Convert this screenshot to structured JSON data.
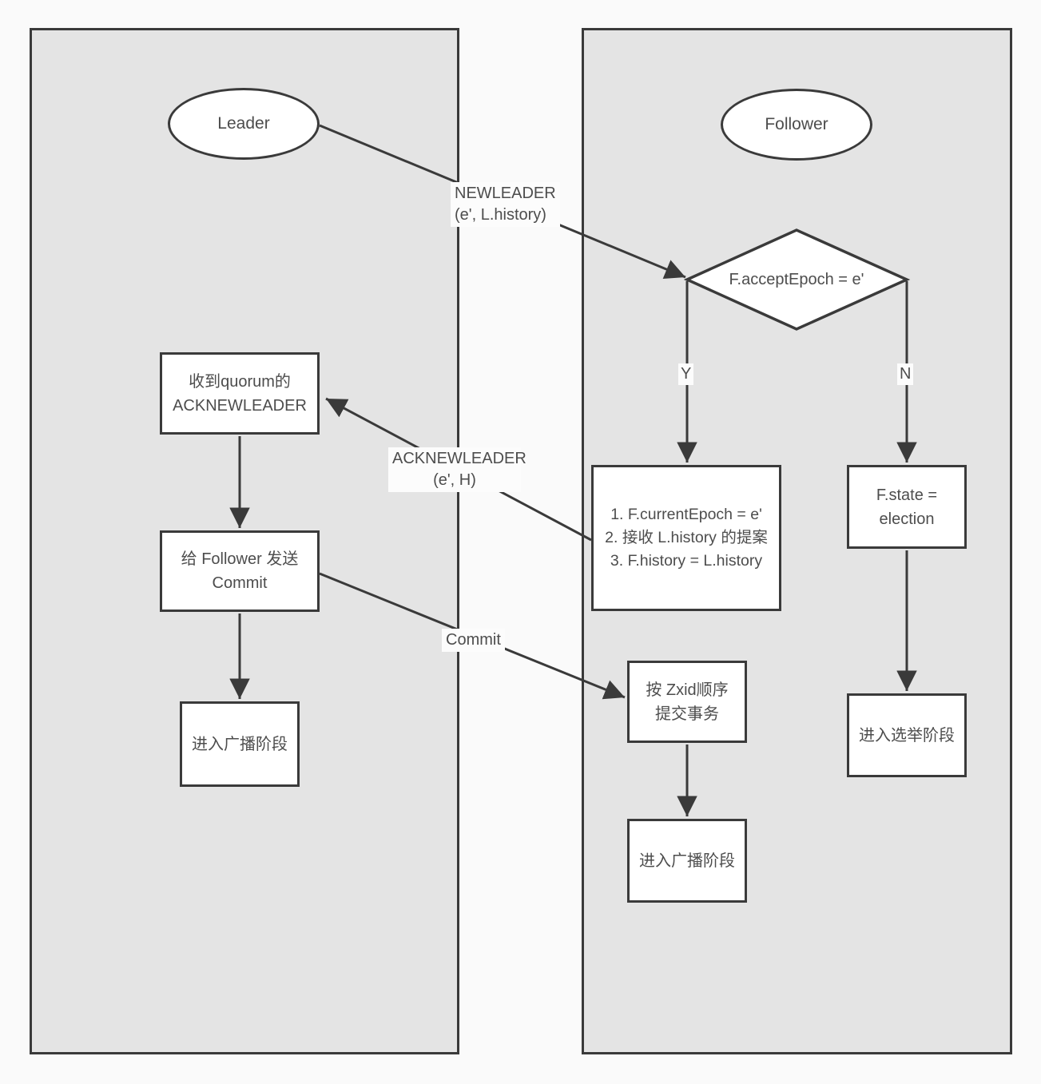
{
  "lanes": {
    "leader": {
      "title": "Leader"
    },
    "follower": {
      "title": "Follower"
    }
  },
  "nodes": {
    "leader": {
      "label": "Leader"
    },
    "follower": {
      "label": "Follower"
    },
    "accept_epoch_decision": {
      "label": "F.acceptEpoch = e'"
    },
    "quorum_ack": {
      "label": "收到quorum的\nACKNEWLEADER"
    },
    "send_commit": {
      "label": "给 Follower 发送\nCommit"
    },
    "leader_broadcast": {
      "label": "进入广播阶段"
    },
    "follower_steps": {
      "label": "1. F.currentEpoch = e'\n2. 接收 L.history 的提案\n3. F.history = L.history"
    },
    "state_election": {
      "label": "F.state =\nelection"
    },
    "commit_by_zxid": {
      "label": "按 Zxid顺序\n提交事务"
    },
    "follower_broadcast": {
      "label": "进入广播阶段"
    },
    "enter_election": {
      "label": "进入选举阶段"
    }
  },
  "edges": {
    "newleader": {
      "label": "NEWLEADER\n(e', L.history)"
    },
    "acknewleader": {
      "label": "ACKNEWLEADER\n(e', H)"
    },
    "commit": {
      "label": "Commit"
    },
    "yes": {
      "label": "Y"
    },
    "no": {
      "label": "N"
    }
  },
  "colors": {
    "page_bg": "#fafafa",
    "lane_fill": "#e4e4e4",
    "node_fill": "#ffffff",
    "stroke": "#3a3a3a",
    "text": "#4d4d4d",
    "label_bg": "#fcfcfc"
  }
}
